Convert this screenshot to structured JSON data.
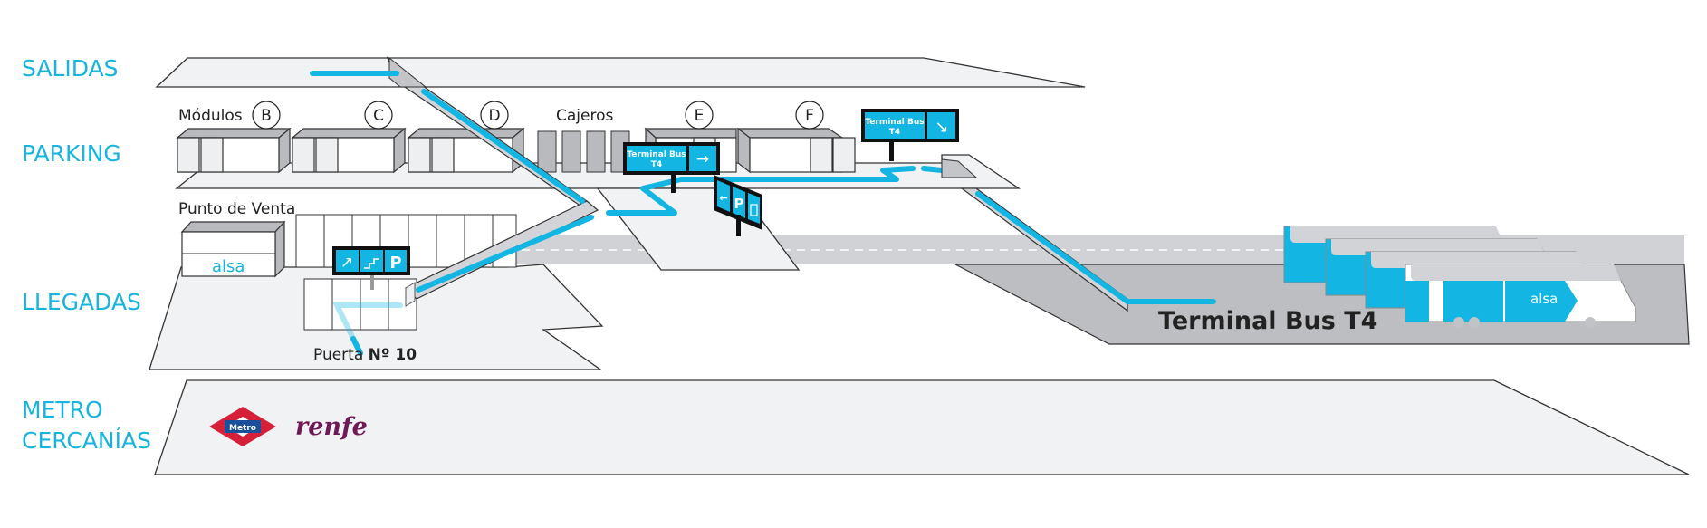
{
  "levels": {
    "salidas": "SALIDAS",
    "parking": "PARKING",
    "llegadas": "LLEGADAS",
    "metro": "METRO",
    "cercanias": "CERCANÍAS"
  },
  "labels": {
    "modulos": "Módulos",
    "cajeros": "Cajeros",
    "punto_venta": "Punto de Venta",
    "puerta_prefix": "Puerta",
    "puerta_num": "Nº 10",
    "terminal_bus": "Terminal Bus T4"
  },
  "modules": [
    "B",
    "C",
    "D",
    "E",
    "F"
  ],
  "signs": {
    "terminal_line1": "Terminal Bus",
    "terminal_line2": "T4",
    "arrow_right": "→",
    "arrow_down_right": "↘",
    "arrow_up_right": "↗",
    "arrow_left": "←",
    "parking": "P"
  },
  "brands": {
    "alsa": "alsa",
    "metro": "Metro",
    "renfe": "renfe"
  },
  "colors": {
    "accent": "#13b6e2",
    "metro_red": "#d6203a",
    "metro_blue": "#1a4f9c",
    "renfe_purple": "#6f1a57"
  }
}
